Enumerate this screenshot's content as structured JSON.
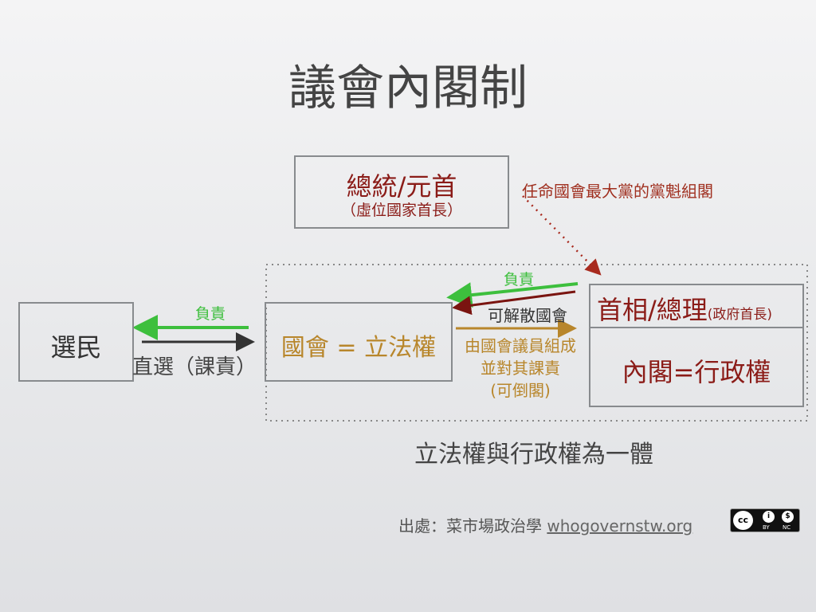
{
  "title": "議會內閣制",
  "president": {
    "name": "總統/元首",
    "note": "（虛位國家首長）"
  },
  "appoint_label": "任命國會最大黨的黨魁組閣",
  "voters": {
    "label": "選民"
  },
  "voter_responsible": "負責",
  "direct_election": "直選（課責）",
  "parliament": {
    "label": "國會 = 立法權"
  },
  "cabinet_responsible": "負責",
  "dissolve": "可解散國會",
  "formed_by": [
    "由國會議員組成",
    "並對其課責",
    "(可倒閣)"
  ],
  "pm": {
    "name": "首相/總理",
    "note": "(政府首長)"
  },
  "cabinet": {
    "label": "內閣=行政權"
  },
  "fusion_caption": "立法權與行政權為一體",
  "footer": {
    "source": "出處：菜市場政治學",
    "link": "whogovernstw.org",
    "license_by": "BY",
    "license_nc": "NC",
    "license_cc": "cc"
  },
  "colors": {
    "red": "#8b1c18",
    "gold": "#b8862b",
    "green": "#3dbf3d",
    "dark": "#333333"
  }
}
